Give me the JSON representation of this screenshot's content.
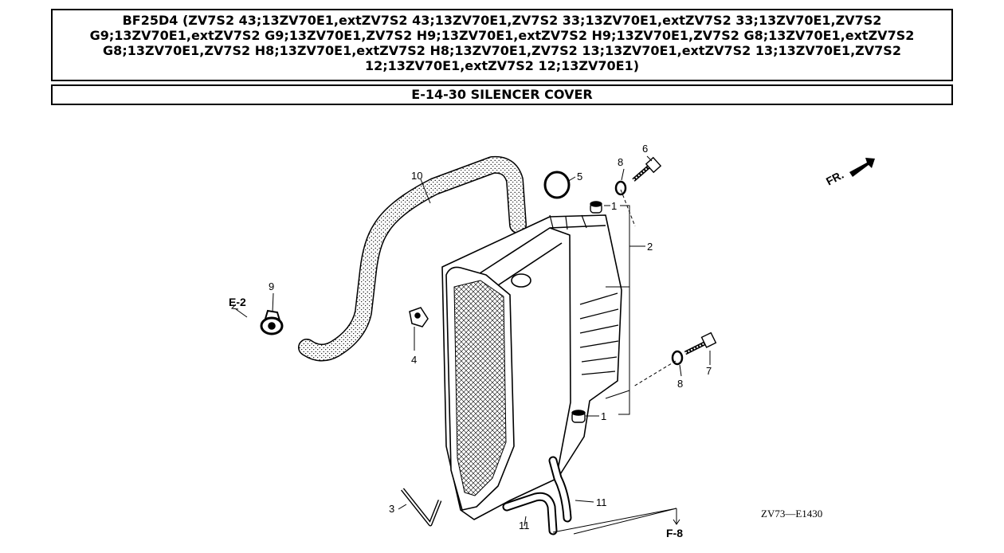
{
  "header": {
    "models": "BF25D4 (ZV7S2 43;13ZV70E1,extZV7S2 43;13ZV70E1,ZV7S2 33;13ZV70E1,extZV7S2 33;13ZV70E1,ZV7S2 G9;13ZV70E1,extZV7S2 G9;13ZV70E1,ZV7S2 H9;13ZV70E1,extZV7S2 H9;13ZV70E1,ZV7S2 G8;13ZV70E1,extZV7S2 G8;13ZV70E1,ZV7S2 H8;13ZV70E1,extZV7S2 H8;13ZV70E1,ZV7S2 13;13ZV70E1,extZV7S2 13;13ZV70E1,ZV7S2 12;13ZV70E1,extZV7S2 12;13ZV70E1)",
    "section": "E-14-30 SILENCER COVER"
  },
  "diagram": {
    "callouts": {
      "c1_top": "1",
      "c1_bottom": "1",
      "c2": "2",
      "c3": "3",
      "c4": "4",
      "c5": "5",
      "c6": "6",
      "c7": "7",
      "c8_top": "8",
      "c8_bottom": "8",
      "c9": "9",
      "c10": "10",
      "c11_right": "11",
      "c11_left": "11"
    },
    "refs": {
      "e2": "E-2",
      "f8": "F-8"
    },
    "front_marker": "FR.",
    "drawing_code": "ZV73—E1430"
  }
}
